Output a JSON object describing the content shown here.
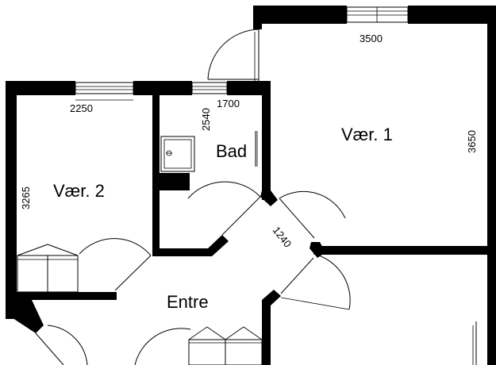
{
  "rooms": {
    "room1": "Vær. 1",
    "room2": "Vær. 2",
    "bath": "Bad",
    "entrance": "Entre"
  },
  "dimensions": {
    "room1_width": "3500",
    "room1_depth": "3650",
    "room2_width": "2250",
    "room2_depth": "3265",
    "bath_depth": "2540",
    "bath_width": "1700",
    "hall_diagonal": "1240"
  }
}
